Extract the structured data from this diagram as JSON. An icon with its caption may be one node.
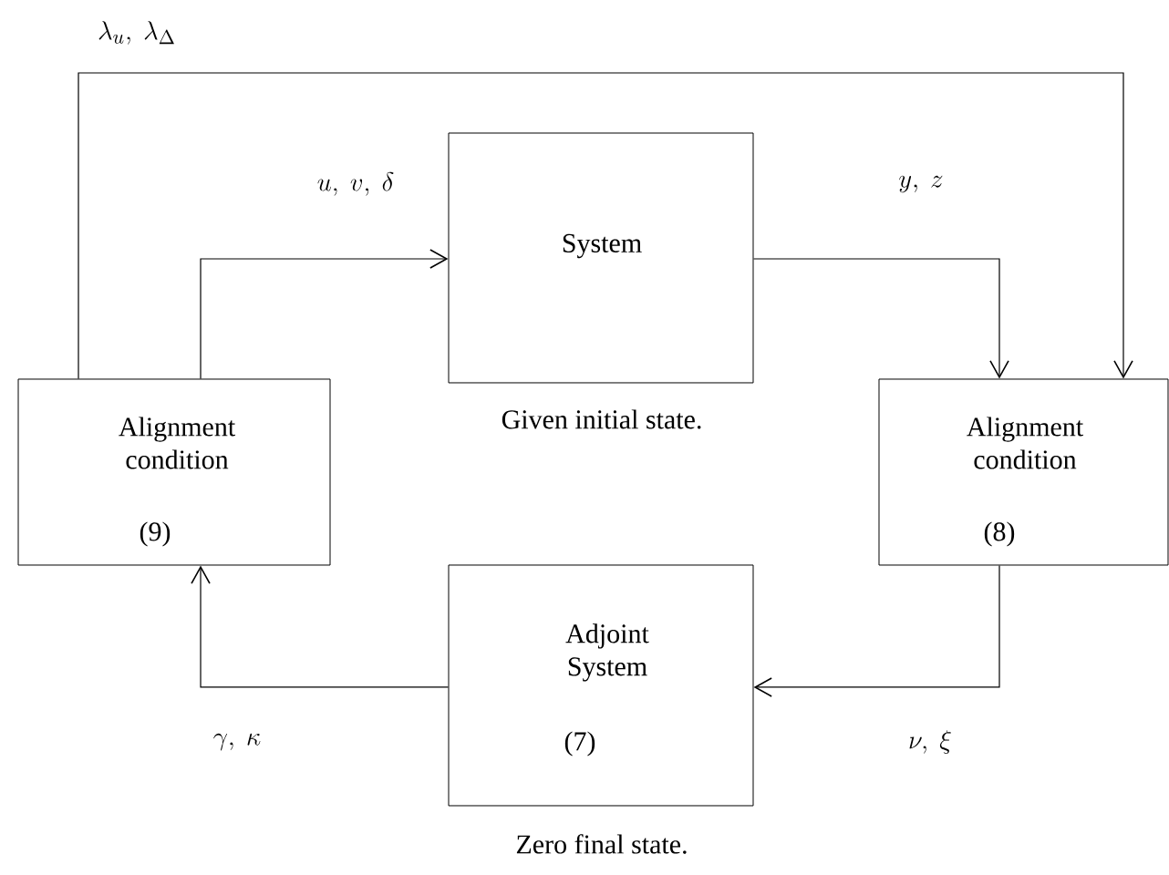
{
  "diagram": {
    "nodes": [
      {
        "text": [
          "Alignment condition",
          "(9)"
        ]
      },
      {
        "text": [
          "System"
        ],
        "beside": [
          "Given initial state."
        ]
      },
      {
        "text": [
          "Alignment condition",
          "(8)"
        ]
      },
      {
        "text": [
          "Adjoint System",
          "(7)"
        ],
        "beside": [
          "Zero final state."
        ]
      }
    ],
    "edges": [
      {
        "from": 0,
        "to": 1,
        "arrow": "to",
        "label": "u,\\ v,\\ \\delta"
      },
      {
        "from": 0,
        "to": 2,
        "arrow": "to",
        "label": "\\lambda_u,\\ \\lambda_\\Delta"
      },
      {
        "from": 1,
        "to": 2,
        "arrow": "to",
        "label": "y,\\ z"
      },
      {
        "from": 2,
        "to": 3,
        "arrow": "to",
        "label": "\\nu,\\ \\xi"
      },
      {
        "from": 3,
        "to": 0,
        "arrow": "to",
        "label": "\\gamma,\\ \\kappa"
      }
    ]
  }
}
